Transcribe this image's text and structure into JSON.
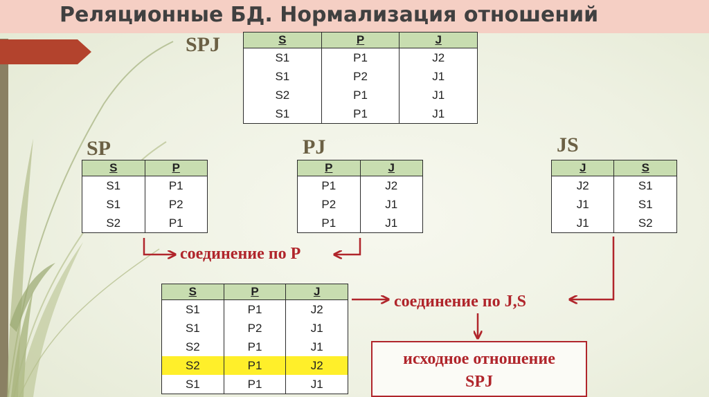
{
  "slide": {
    "title": "Реляционные БД. Нормализация отношений"
  },
  "labels": {
    "spj": "SPJ",
    "sp": "SP",
    "pj": "PJ",
    "js": "JS"
  },
  "tables": {
    "spj": {
      "headers": [
        "S",
        "P",
        "J"
      ],
      "rows": [
        [
          "S1",
          "P1",
          "J2"
        ],
        [
          "S1",
          "P2",
          "J1"
        ],
        [
          "S2",
          "P1",
          "J1"
        ],
        [
          "S1",
          "P1",
          "J1"
        ]
      ]
    },
    "sp": {
      "headers": [
        "S",
        "P"
      ],
      "rows": [
        [
          "S1",
          "P1"
        ],
        [
          "S1",
          "P2"
        ],
        [
          "S2",
          "P1"
        ]
      ]
    },
    "pj": {
      "headers": [
        "P",
        "J"
      ],
      "rows": [
        [
          "P1",
          "J2"
        ],
        [
          "P2",
          "J1"
        ],
        [
          "P1",
          "J1"
        ]
      ]
    },
    "js": {
      "headers": [
        "J",
        "S"
      ],
      "rows": [
        [
          "J2",
          "S1"
        ],
        [
          "J1",
          "S1"
        ],
        [
          "J1",
          "S2"
        ]
      ]
    },
    "joined": {
      "headers": [
        "S",
        "P",
        "J"
      ],
      "rows": [
        [
          "S1",
          "P1",
          "J2"
        ],
        [
          "S1",
          "P2",
          "J1"
        ],
        [
          "S2",
          "P1",
          "J1"
        ],
        [
          "S2",
          "P1",
          "J2"
        ],
        [
          "S1",
          "P1",
          "J1"
        ]
      ],
      "highlight_row": 3
    }
  },
  "notes": {
    "join_p": "соединение по P",
    "join_js": "соединение по J,S",
    "result_line1": "исходное отношение",
    "result_line2": "SPJ"
  },
  "colors": {
    "title_band": "#f5cfc4",
    "header_fill": "#c8ddb0",
    "highlight": "#ffef2a",
    "accent_red": "#b0252b",
    "label_brown": "#6b6044"
  }
}
